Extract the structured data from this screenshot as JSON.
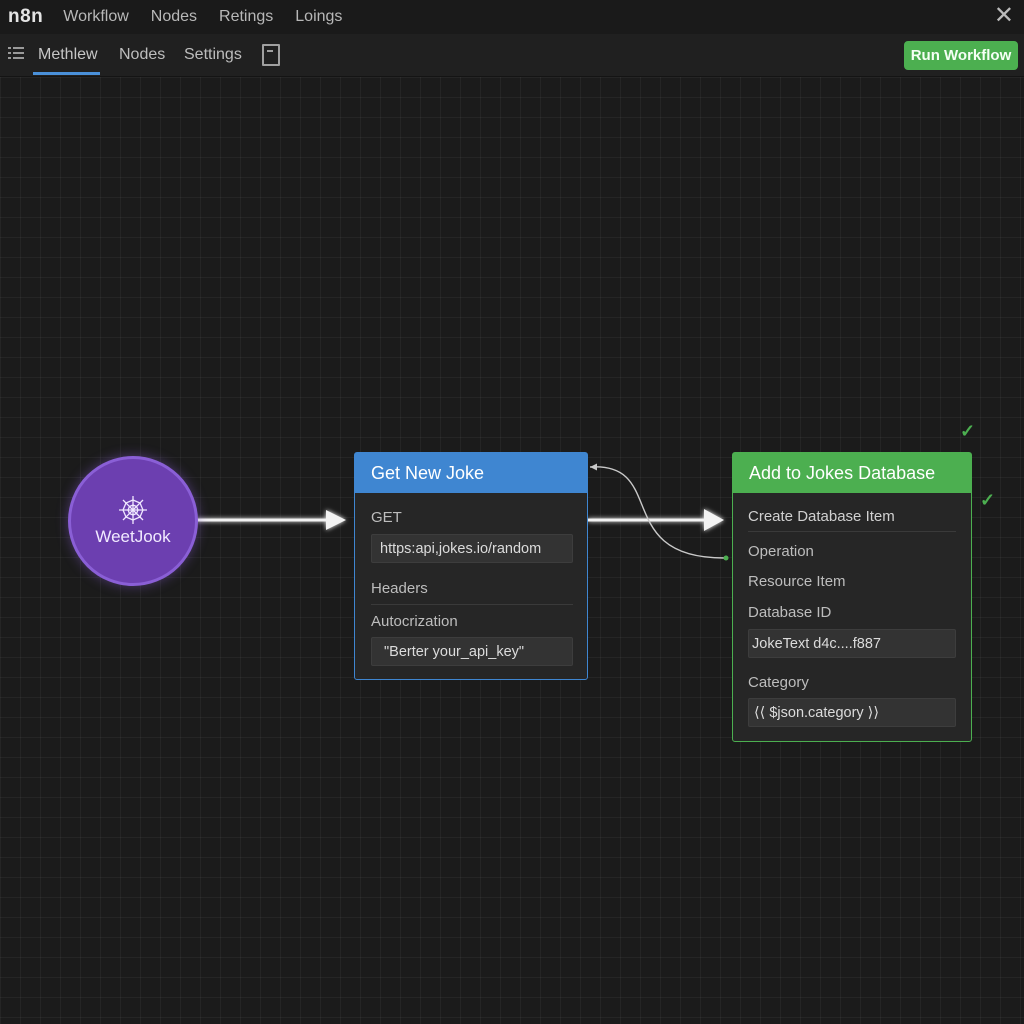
{
  "app": {
    "logo": "n8n",
    "menu": [
      "Workflow",
      "Nodes",
      "Retings",
      "Loings"
    ],
    "close_glyph": "✕"
  },
  "toolbar": {
    "tabs": [
      "Methlew",
      "Nodes",
      "Settings"
    ],
    "active_tab": "Methlew",
    "run_label": "Run Workflow"
  },
  "nodes": {
    "webhook": {
      "label": "WeetJook",
      "icon": "spider-web-icon"
    },
    "get_joke": {
      "title": "Get New Joke",
      "method": "GET",
      "url": "https:api,jokes.io/random",
      "headers_label": "Headers",
      "auth_label": "Autocrization",
      "auth_value": "\"Berter your_api_key\""
    },
    "add_db": {
      "title": "Add to Jokes Database",
      "action": "Create Database Item",
      "operation_label": "Operation",
      "resource_label": "Resource Item",
      "dbid_label": "Database ID",
      "dbid_value": "JokeText d4c....f887",
      "category_label": "Category",
      "category_value": "⟨⟨ $json.category ⟩⟩"
    }
  },
  "status": {
    "check_glyph": "✓"
  },
  "colors": {
    "accent_blue": "#3f86d1",
    "accent_green": "#4caf50",
    "webhook_purple": "#6c3fb0",
    "canvas_bg": "#1b1b1b"
  }
}
